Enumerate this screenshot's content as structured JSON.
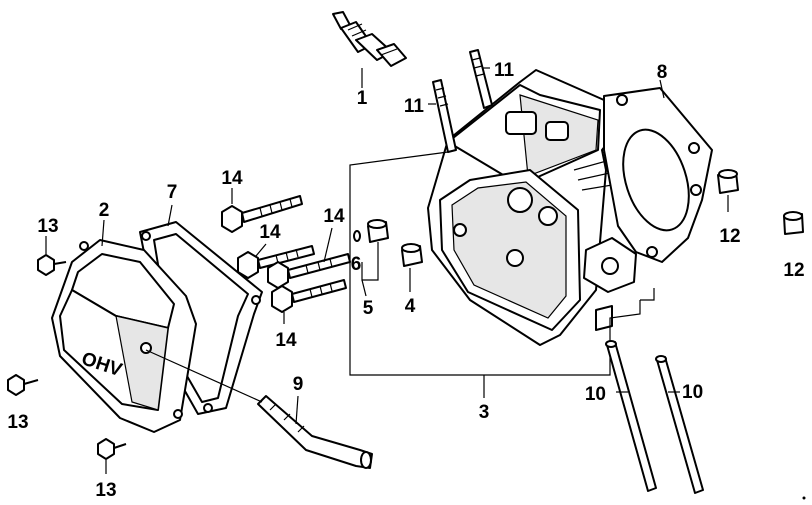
{
  "diagram": {
    "cover_emboss": "OHV",
    "callouts": [
      {
        "id": "c1",
        "text": "1"
      },
      {
        "id": "c2",
        "text": "2"
      },
      {
        "id": "c3",
        "text": "3"
      },
      {
        "id": "c4",
        "text": "4"
      },
      {
        "id": "c5",
        "text": "5"
      },
      {
        "id": "c6",
        "text": "6"
      },
      {
        "id": "c7",
        "text": "7"
      },
      {
        "id": "c8",
        "text": "8"
      },
      {
        "id": "c9",
        "text": "9"
      },
      {
        "id": "c10a",
        "text": "10"
      },
      {
        "id": "c10b",
        "text": "10"
      },
      {
        "id": "c11a",
        "text": "11"
      },
      {
        "id": "c11b",
        "text": "11"
      },
      {
        "id": "c12a",
        "text": "12"
      },
      {
        "id": "c12b",
        "text": "12"
      },
      {
        "id": "c13a",
        "text": "13"
      },
      {
        "id": "c13b",
        "text": "13"
      },
      {
        "id": "c13c",
        "text": "13"
      },
      {
        "id": "c14a",
        "text": "14"
      },
      {
        "id": "c14b",
        "text": "14"
      },
      {
        "id": "c14c",
        "text": "14"
      },
      {
        "id": "c14d",
        "text": "14"
      }
    ]
  }
}
